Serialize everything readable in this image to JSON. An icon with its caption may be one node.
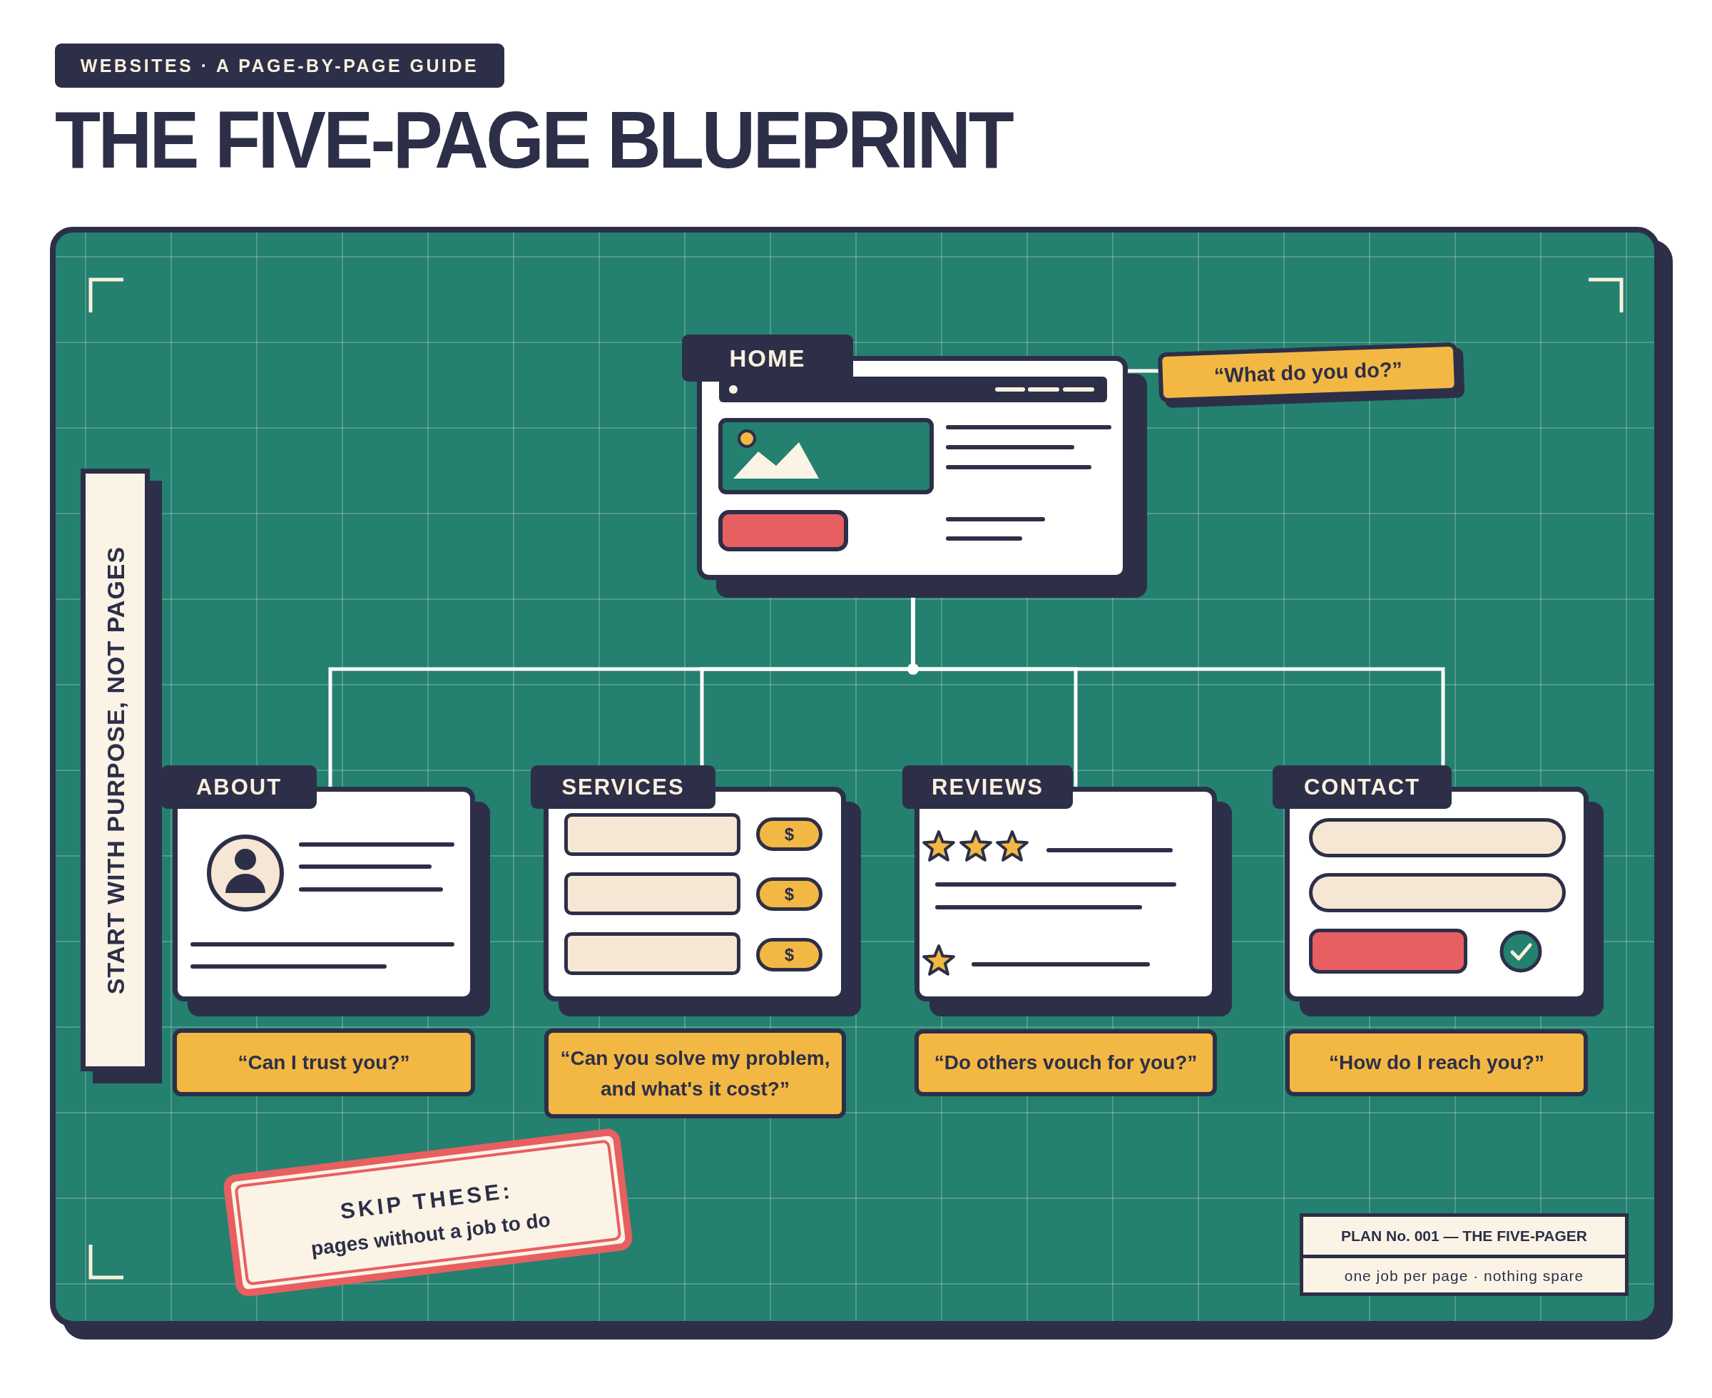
{
  "diagram": {
    "title": "THE FIVE-PAGE BLUEPRINT",
    "nodes": [
      {
        "text": [
          "WEBSITES · A PAGE-BY-PAGE GUIDE"
        ]
      },
      {
        "text": [
          "HOME"
        ]
      },
      {
        "text": [
          "“What do you do?”"
        ]
      },
      {
        "text": [
          "START WITH PURPOSE, NOT PAGES"
        ]
      },
      {
        "text": [
          "ABOUT"
        ]
      },
      {
        "text": [
          "SERVICES",
          "$",
          "$",
          "$"
        ]
      },
      {
        "text": [
          "REVIEWS"
        ]
      },
      {
        "text": [
          "CONTACT"
        ]
      },
      {
        "text": [
          "“Can I trust you?”"
        ]
      },
      {
        "text": [
          "“Can you solve my problem, and what's it cost?”"
        ]
      },
      {
        "text": [
          "“Do others vouch for you?”"
        ]
      },
      {
        "text": [
          "“How do I reach you?”"
        ]
      },
      {
        "text": [
          "SKIP THESE:",
          "pages without a job to do"
        ]
      },
      {
        "text": [
          "PLAN No. 001 — THE FIVE-PAGER",
          "one job per page · nothing spare"
        ]
      }
    ],
    "edges": [
      {
        "from": 1,
        "to": 2,
        "arrow": "none"
      },
      {
        "from": 1,
        "to": 4,
        "arrow": "none"
      },
      {
        "from": 1,
        "to": 5,
        "arrow": "none"
      },
      {
        "from": 1,
        "to": 6,
        "arrow": "none"
      },
      {
        "from": 1,
        "to": 7,
        "arrow": "none"
      }
    ]
  }
}
